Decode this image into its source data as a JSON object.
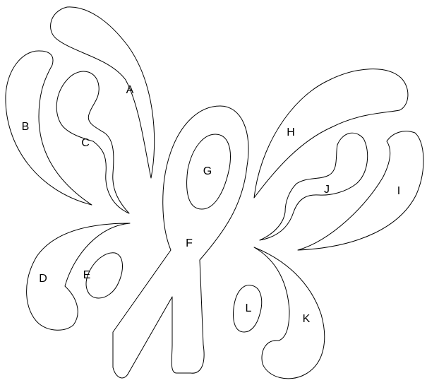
{
  "diagram": {
    "background": "#ffffff",
    "stroke_color": "#000000",
    "regions": [
      {
        "id": "A",
        "label": "A"
      },
      {
        "id": "B",
        "label": "B"
      },
      {
        "id": "C",
        "label": "C"
      },
      {
        "id": "D",
        "label": "D"
      },
      {
        "id": "E",
        "label": "E"
      },
      {
        "id": "F",
        "label": "F"
      },
      {
        "id": "G",
        "label": "G"
      },
      {
        "id": "H",
        "label": "H"
      },
      {
        "id": "I",
        "label": "I"
      },
      {
        "id": "J",
        "label": "J"
      },
      {
        "id": "K",
        "label": "K"
      },
      {
        "id": "L",
        "label": "L"
      }
    ]
  }
}
